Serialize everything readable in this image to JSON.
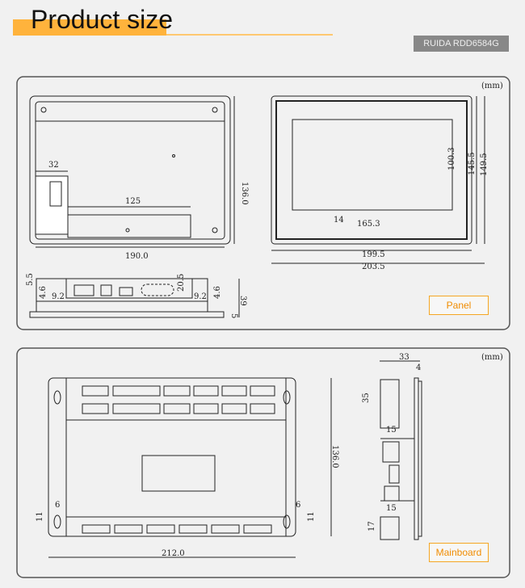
{
  "header": {
    "title": "Product size",
    "model": "RUIDA RDD6584G"
  },
  "panel_section": {
    "unit": "(mm)",
    "button": "Panel",
    "dims": {
      "w32": "32",
      "w125": "125",
      "h136": "136.0",
      "w190": "190.0",
      "h100": "100.3",
      "h145": "145.5",
      "h149": "149.5",
      "w14": "14",
      "w165": "165.3",
      "w199": "199.5",
      "w203": "203.5",
      "d55": "5.5",
      "d46a": "4.6",
      "d92a": "9.2",
      "d205": "20.5",
      "d92b": "9.2",
      "d46b": "4.6",
      "d39": "39",
      "d5": "5"
    }
  },
  "mainboard_section": {
    "unit": "(mm)",
    "button": "Mainboard",
    "dims": {
      "h136": "136.0",
      "w6a": "6",
      "h11a": "11",
      "w6b": "6",
      "h11b": "11",
      "w212": "212.0",
      "w33": "33",
      "w4": "4",
      "h35": "35",
      "w15a": "15",
      "w15b": "15",
      "h17": "17"
    }
  },
  "colors": {
    "accent": "#ffb33c",
    "button_text": "#f08c00",
    "model_badge": "#888888"
  }
}
